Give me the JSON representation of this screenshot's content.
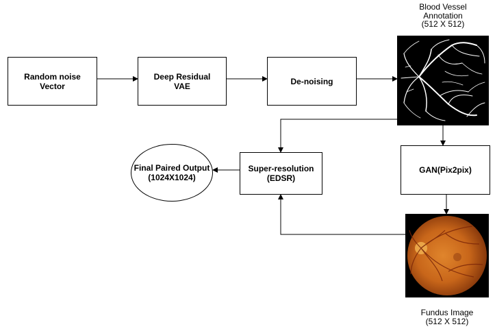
{
  "nodes": {
    "random_noise": {
      "lines": [
        "Random noise",
        "Vector"
      ]
    },
    "vae": {
      "lines": [
        "Deep Residual",
        "VAE"
      ]
    },
    "denoising": {
      "lines": [
        "De-noising"
      ]
    },
    "gan": {
      "lines": [
        "GAN(Pix2pix)"
      ]
    },
    "super_resolution": {
      "lines": [
        "Super-resolution",
        "(EDSR)"
      ]
    },
    "final_output": {
      "lines": [
        "Final Paired Output",
        "(1024X1024)"
      ]
    }
  },
  "captions": {
    "vessel": {
      "lines": [
        "Blood Vessel",
        "Annotation",
        "(512 X 512)"
      ]
    },
    "fundus": {
      "lines": [
        "Fundus Image",
        "(512 X 512)"
      ]
    }
  },
  "images": {
    "vessel_annotation": {
      "description_icon": "blood-vessel-tree-icon",
      "background": "#000000",
      "vessel_color": "#ffffff"
    },
    "fundus_image": {
      "description_icon": "retina-icon",
      "background": "#000000",
      "retina_color": "#c8661a"
    }
  },
  "colors": {
    "stroke": "#000000",
    "box_fill": "#ffffff"
  }
}
